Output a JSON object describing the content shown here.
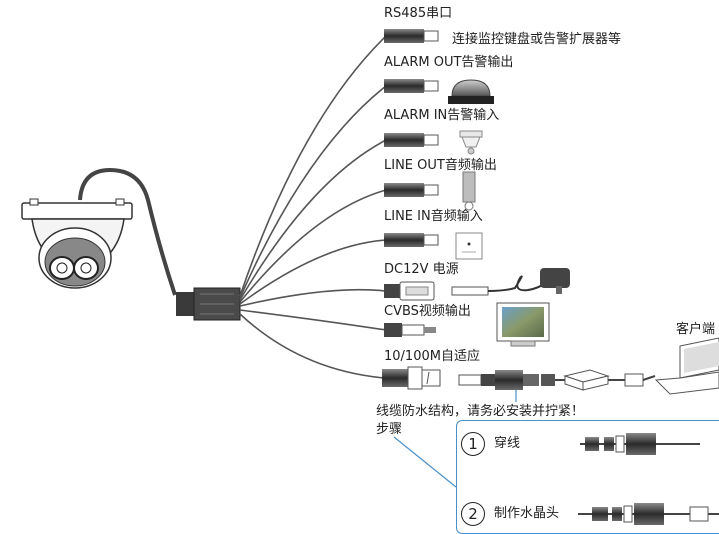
{
  "labels": {
    "rs485": "RS485串口",
    "rs485_desc": "连接监控键盘或告警扩展器等",
    "alarm_out": "ALARM OUT告警输出",
    "alarm_in": "ALARM IN告警输入",
    "line_out": "LINE OUT音频输出",
    "line_in": "LINE IN音频输入",
    "dc12v": "DC12V  电源",
    "cvbs": "CVBS视频输出",
    "ethernet": "10/100M自适应",
    "client": "客户端",
    "waterproof_note": "线缆防水结构，请务必安装并拧紧！",
    "steps_title": "步骤"
  },
  "steps": [
    {
      "num": "1",
      "label": "穿线"
    },
    {
      "num": "2",
      "label": "制作水晶头"
    }
  ],
  "colors": {
    "line": "#555555",
    "connector": "#3a3a3a",
    "callout": "#4a90c8"
  }
}
